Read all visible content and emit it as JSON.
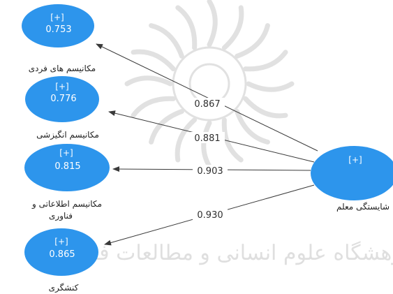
{
  "diagram": {
    "target": {
      "id": "teacher_competence",
      "tag": "[+]",
      "label": "شایستگی معلم"
    },
    "nodes": [
      {
        "id": "individual",
        "tag": "[+]",
        "value": "0.753",
        "label_lines": [
          "مکانیسم های فردی"
        ],
        "loading": "0.867"
      },
      {
        "id": "motivational",
        "tag": "[+]",
        "value": "0.776",
        "label_lines": [
          "مکانیسم انگیزشی"
        ],
        "loading": "0.881"
      },
      {
        "id": "ict",
        "tag": "[+]",
        "value": "0.815",
        "label_lines": [
          "مکانیسم اطلاعاتی و",
          "فناوری"
        ],
        "loading": "0.903"
      },
      {
        "id": "agency",
        "tag": "[+]",
        "value": "0.865",
        "label_lines": [
          "کنشگری"
        ],
        "loading": "0.930"
      }
    ],
    "watermark": {
      "text": "پژوهشگاه علوم انسانی و مطالعات فرهنگی"
    },
    "colors": {
      "node_fill": "#2d95ec",
      "node_text": "#ffffff",
      "arrow": "#3a3a3a",
      "label_text": "#222222",
      "watermark": "#c9c9c9"
    }
  }
}
